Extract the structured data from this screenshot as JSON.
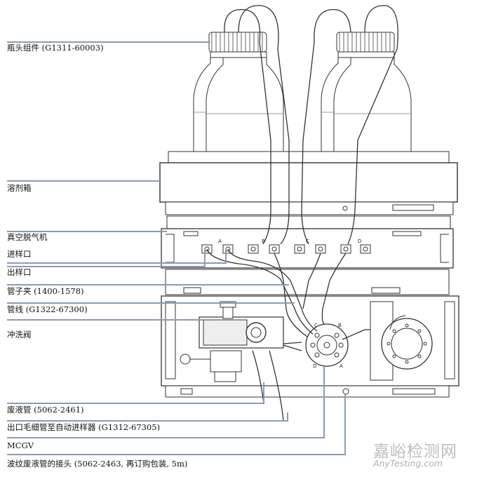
{
  "labels": {
    "bottle_head": "瓶头组件 (G1311-60003)",
    "solvent_cabinet": "溶剂箱",
    "vacuum_degasser": "真空脱气机",
    "inlet": "进样口",
    "outlet": "出样口",
    "tube_clip": "管子夹 (1400-1578)",
    "tubing": "管线 (G1322-67300)",
    "purge_valve": "冲洗阀",
    "waste_tube": "废液管 (5062-2461)",
    "outlet_capillary": "出口毛细管至自动进样器 (G1312-67305)",
    "mcgv": "MCGV",
    "waste_connector": "波纹废液管的接头 (5062-2463, 再订购包装, 5m)"
  },
  "ports": {
    "degasser": [
      "A",
      "B",
      "C",
      "D"
    ],
    "mcgv": [
      "A",
      "B",
      "C",
      "D"
    ]
  },
  "watermark": {
    "main": "嘉峪检测网",
    "sub": "AnyTesting.com"
  },
  "colors": {
    "leader_line": "#8a9bb3",
    "drawing_line": "#333333"
  }
}
